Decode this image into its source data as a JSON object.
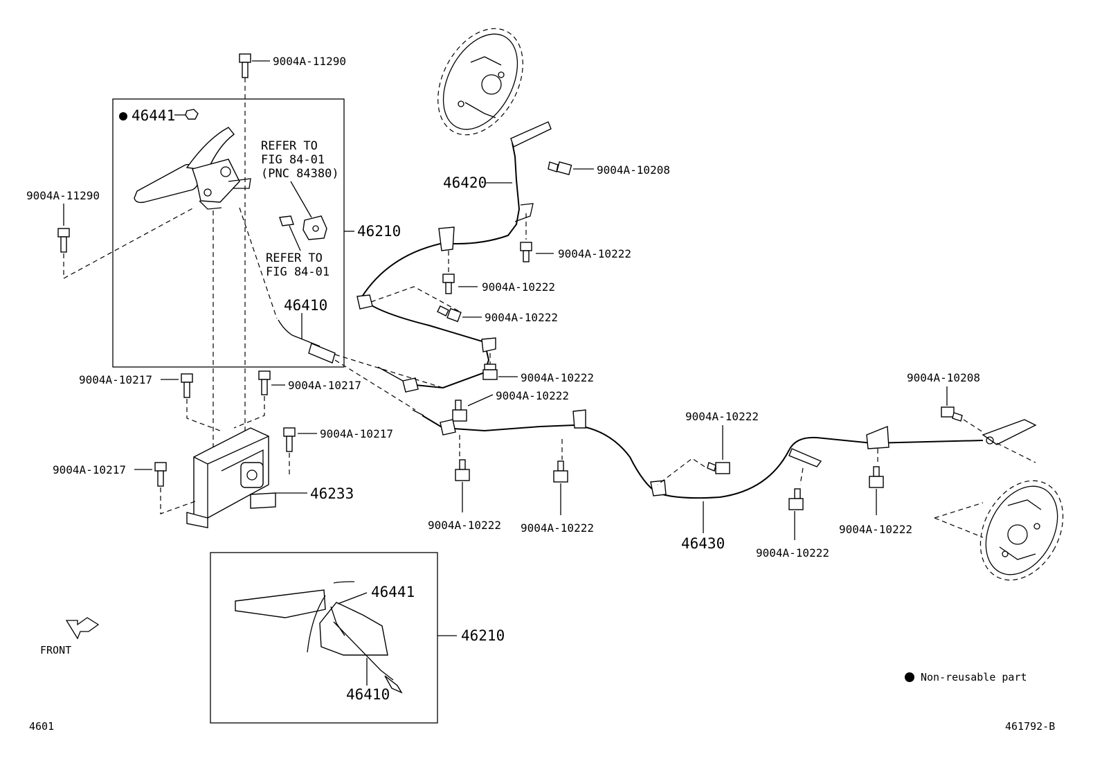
{
  "labels": {
    "bolt_top": "9004A-11290",
    "bolt_left": "9004A-11290",
    "nut_46441": "46441",
    "refer_1a": "REFER TO",
    "refer_1b": "FIG 84-01",
    "refer_1c": "(PNC 84380)",
    "refer_2a": "REFER TO",
    "refer_2b": "FIG 84-01",
    "lever_46210": "46210",
    "cable_46410": "46410",
    "cable_46420": "46420",
    "bolt_10208_a": "9004A-10208",
    "bolt_10222_a": "9004A-10222",
    "bolt_10222_b": "9004A-10222",
    "bolt_10222_c": "9004A-10222",
    "bolt_10222_d": "9004A-10222",
    "bolt_10222_e": "9004A-10222",
    "bolt_10217_a": "9004A-10217",
    "bolt_10217_b": "9004A-10217",
    "bolt_10217_c": "9004A-10217",
    "bolt_10217_d": "9004A-10217",
    "bracket_46233": "46233",
    "bolt_10222_f": "9004A-10222",
    "bolt_10222_g": "9004A-10222",
    "bolt_10222_h": "9004A-10222",
    "bolt_10222_i": "9004A-10222",
    "bolt_10222_j": "9004A-10222",
    "bolt_10208_b": "9004A-10208",
    "cable_46430": "46430",
    "detail_46441": "46441",
    "detail_46210": "46210",
    "detail_46410": "46410",
    "front": "FRONT",
    "legend": "Non-reusable part",
    "page_code": "4601",
    "figure_id": "461792-B"
  }
}
